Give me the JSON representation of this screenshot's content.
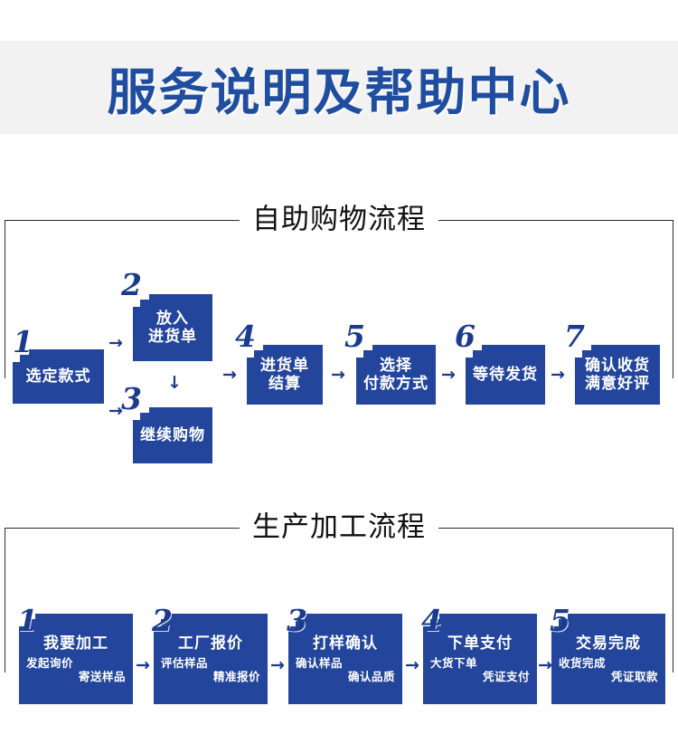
{
  "page": {
    "title": "服务说明及帮助中心",
    "brand_blue": "#1f4da0",
    "node_blue": "#23459c",
    "band_gray": "#f2f2f2"
  },
  "shopping_flow": {
    "section_title": "自助购物流程",
    "nodes": [
      {
        "num": "1",
        "lines": [
          "选定款式"
        ]
      },
      {
        "num": "2",
        "lines": [
          "放入",
          "进货单"
        ]
      },
      {
        "num": "3",
        "lines": [
          "继续购物"
        ]
      },
      {
        "num": "4",
        "lines": [
          "进货单",
          "结算"
        ]
      },
      {
        "num": "5",
        "lines": [
          "选择",
          "付款方式"
        ]
      },
      {
        "num": "6",
        "lines": [
          "等待发货"
        ]
      },
      {
        "num": "7",
        "lines": [
          "确认收货",
          "满意好评"
        ]
      }
    ],
    "arrow_glyph": "→",
    "arrow_down_glyph": "↓"
  },
  "production_flow": {
    "section_title": "生产加工流程",
    "nodes": [
      {
        "num": "1",
        "main": "我要加工",
        "sub_a": "发起询价",
        "sub_b": "寄送样品"
      },
      {
        "num": "2",
        "main": "工厂报价",
        "sub_a": "评估样品",
        "sub_b": "精准报价"
      },
      {
        "num": "3",
        "main": "打样确认",
        "sub_a": "确认样品",
        "sub_b": "确认品质"
      },
      {
        "num": "4",
        "main": "下单支付",
        "sub_a": "大货下单",
        "sub_b": "凭证支付"
      },
      {
        "num": "5",
        "main": "交易完成",
        "sub_a": "收货完成",
        "sub_b": "凭证取款"
      }
    ],
    "arrow_glyph": "→"
  }
}
